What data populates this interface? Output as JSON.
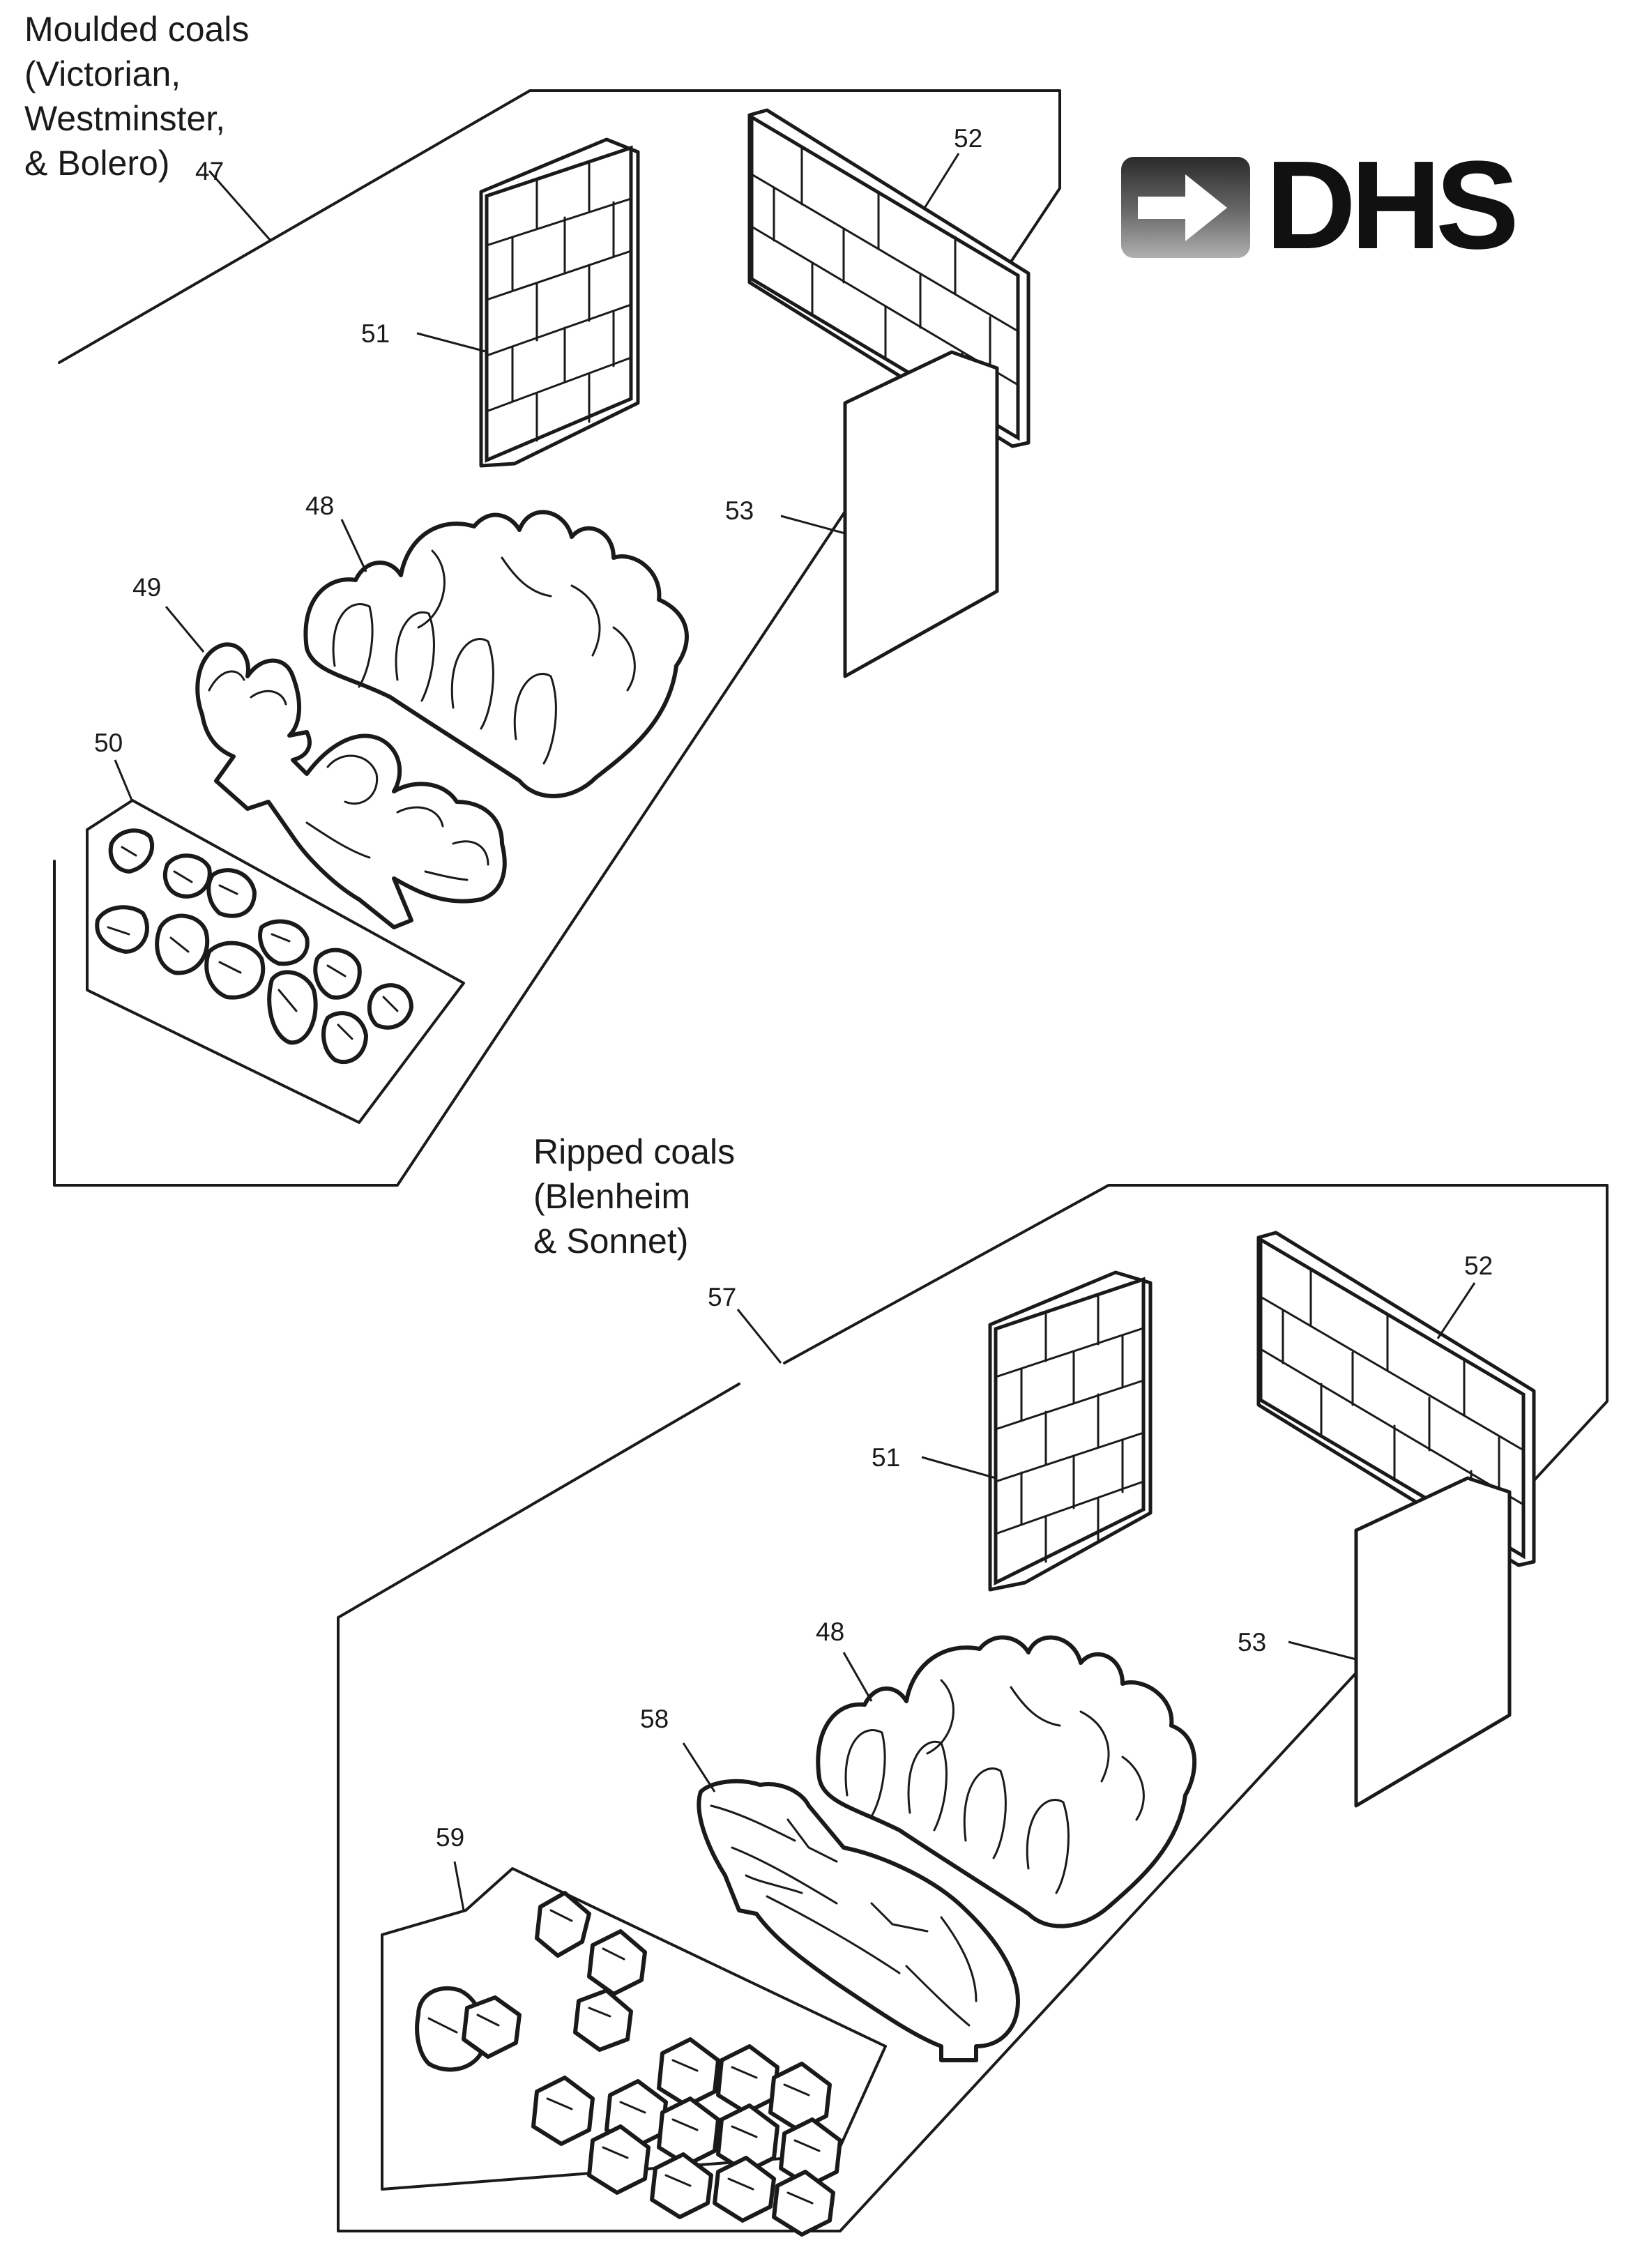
{
  "section_moulded": {
    "heading": "Moulded coals\n(Victorian,\nWestminster,\n& Bolero)",
    "part_number": "47",
    "parts": {
      "side_brick_panel": "51",
      "back_brick_panel": "52",
      "board_panel": "53",
      "coal_bed": "48",
      "front_coal_row": "49",
      "loose_coal_tray": "50"
    }
  },
  "section_ripped": {
    "heading": "Ripped coals\n(Blenheim\n& Sonnet)",
    "part_number": "57",
    "parts": {
      "side_brick_panel": "51",
      "back_brick_panel": "52",
      "board_panel": "53",
      "coal_bed": "48",
      "front_log": "58",
      "loose_coal_tray": "59"
    }
  },
  "logo": {
    "text": "DHS",
    "icon": "arrow-logo-icon",
    "colors": {
      "wordmark": "#111111",
      "badge_dark": "#2a2a2a",
      "badge_light": "#9a9a9a"
    }
  }
}
